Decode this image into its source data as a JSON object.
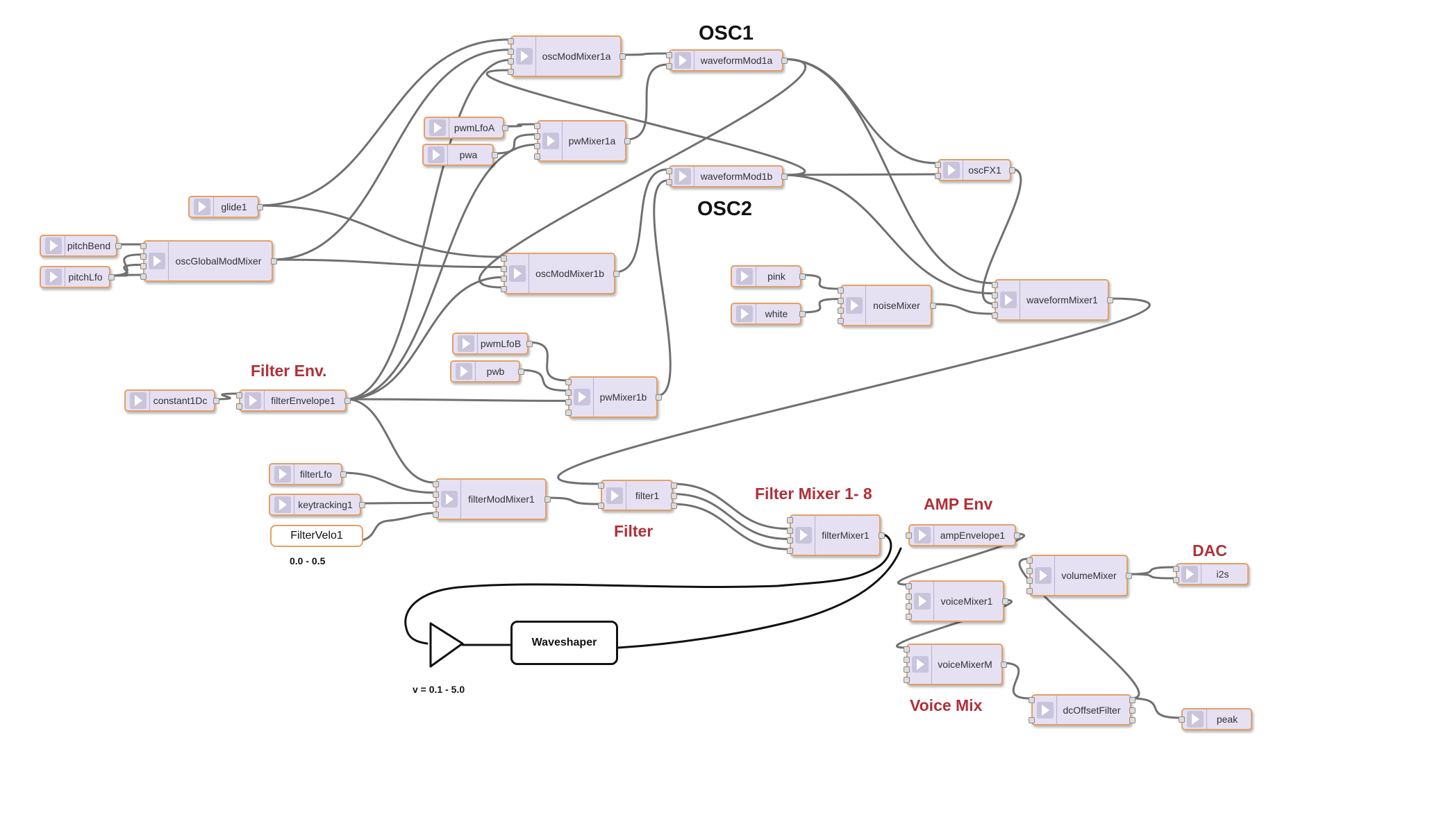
{
  "nodes": {
    "oscModMixer1a": "oscModMixer1a",
    "waveformMod1a": "waveformMod1a",
    "pwmLfoA": "pwmLfoA",
    "pwa": "pwa",
    "pwMixer1a": "pwMixer1a",
    "waveformMod1b": "waveformMod1b",
    "oscFX1": "oscFX1",
    "glide1": "glide1",
    "pitchBend": "pitchBend",
    "pitchLfo": "pitchLfo",
    "oscGlobalModMixer": "oscGlobalModMixer",
    "oscModMixer1b": "oscModMixer1b",
    "pink": "pink",
    "white": "white",
    "noiseMixer": "noiseMixer",
    "waveformMixer1": "waveformMixer1",
    "pwmLfoB": "pwmLfoB",
    "pwb": "pwb",
    "pwMixer1b": "pwMixer1b",
    "constant1Dc": "constant1Dc",
    "filterEnvelope1": "filterEnvelope1",
    "filterLfo": "filterLfo",
    "keytracking1": "keytracking1",
    "filterModMixer1": "filterModMixer1",
    "filter1": "filter1",
    "filterMixer1": "filterMixer1",
    "ampEnvelope1": "ampEnvelope1",
    "volumeMixer": "volumeMixer",
    "i2s": "i2s",
    "voiceMixer1": "voiceMixer1",
    "voiceMixerM": "voiceMixerM",
    "dcOffsetFilter": "dcOffsetFilter",
    "peak": "peak"
  },
  "labels": {
    "osc1": "OSC1",
    "osc2": "OSC2",
    "filter_env": "Filter Env.",
    "filter_mixer": "Filter Mixer 1- 8",
    "filter": "Filter",
    "amp_env": "AMP Env",
    "dac": "DAC",
    "voice_mix": "Voice Mix"
  },
  "annotations": {
    "filter_velo": "FilterVelo1",
    "filter_velo_range": "0.0 - 0.5",
    "waveshaper": "Waveshaper",
    "waveshaper_range": "v = 0.1 - 5.0"
  },
  "colors": {
    "node_fill": "#e6e0f3",
    "node_border": "#e3a064",
    "wire": "#707070",
    "heading_red": "#b03038"
  }
}
